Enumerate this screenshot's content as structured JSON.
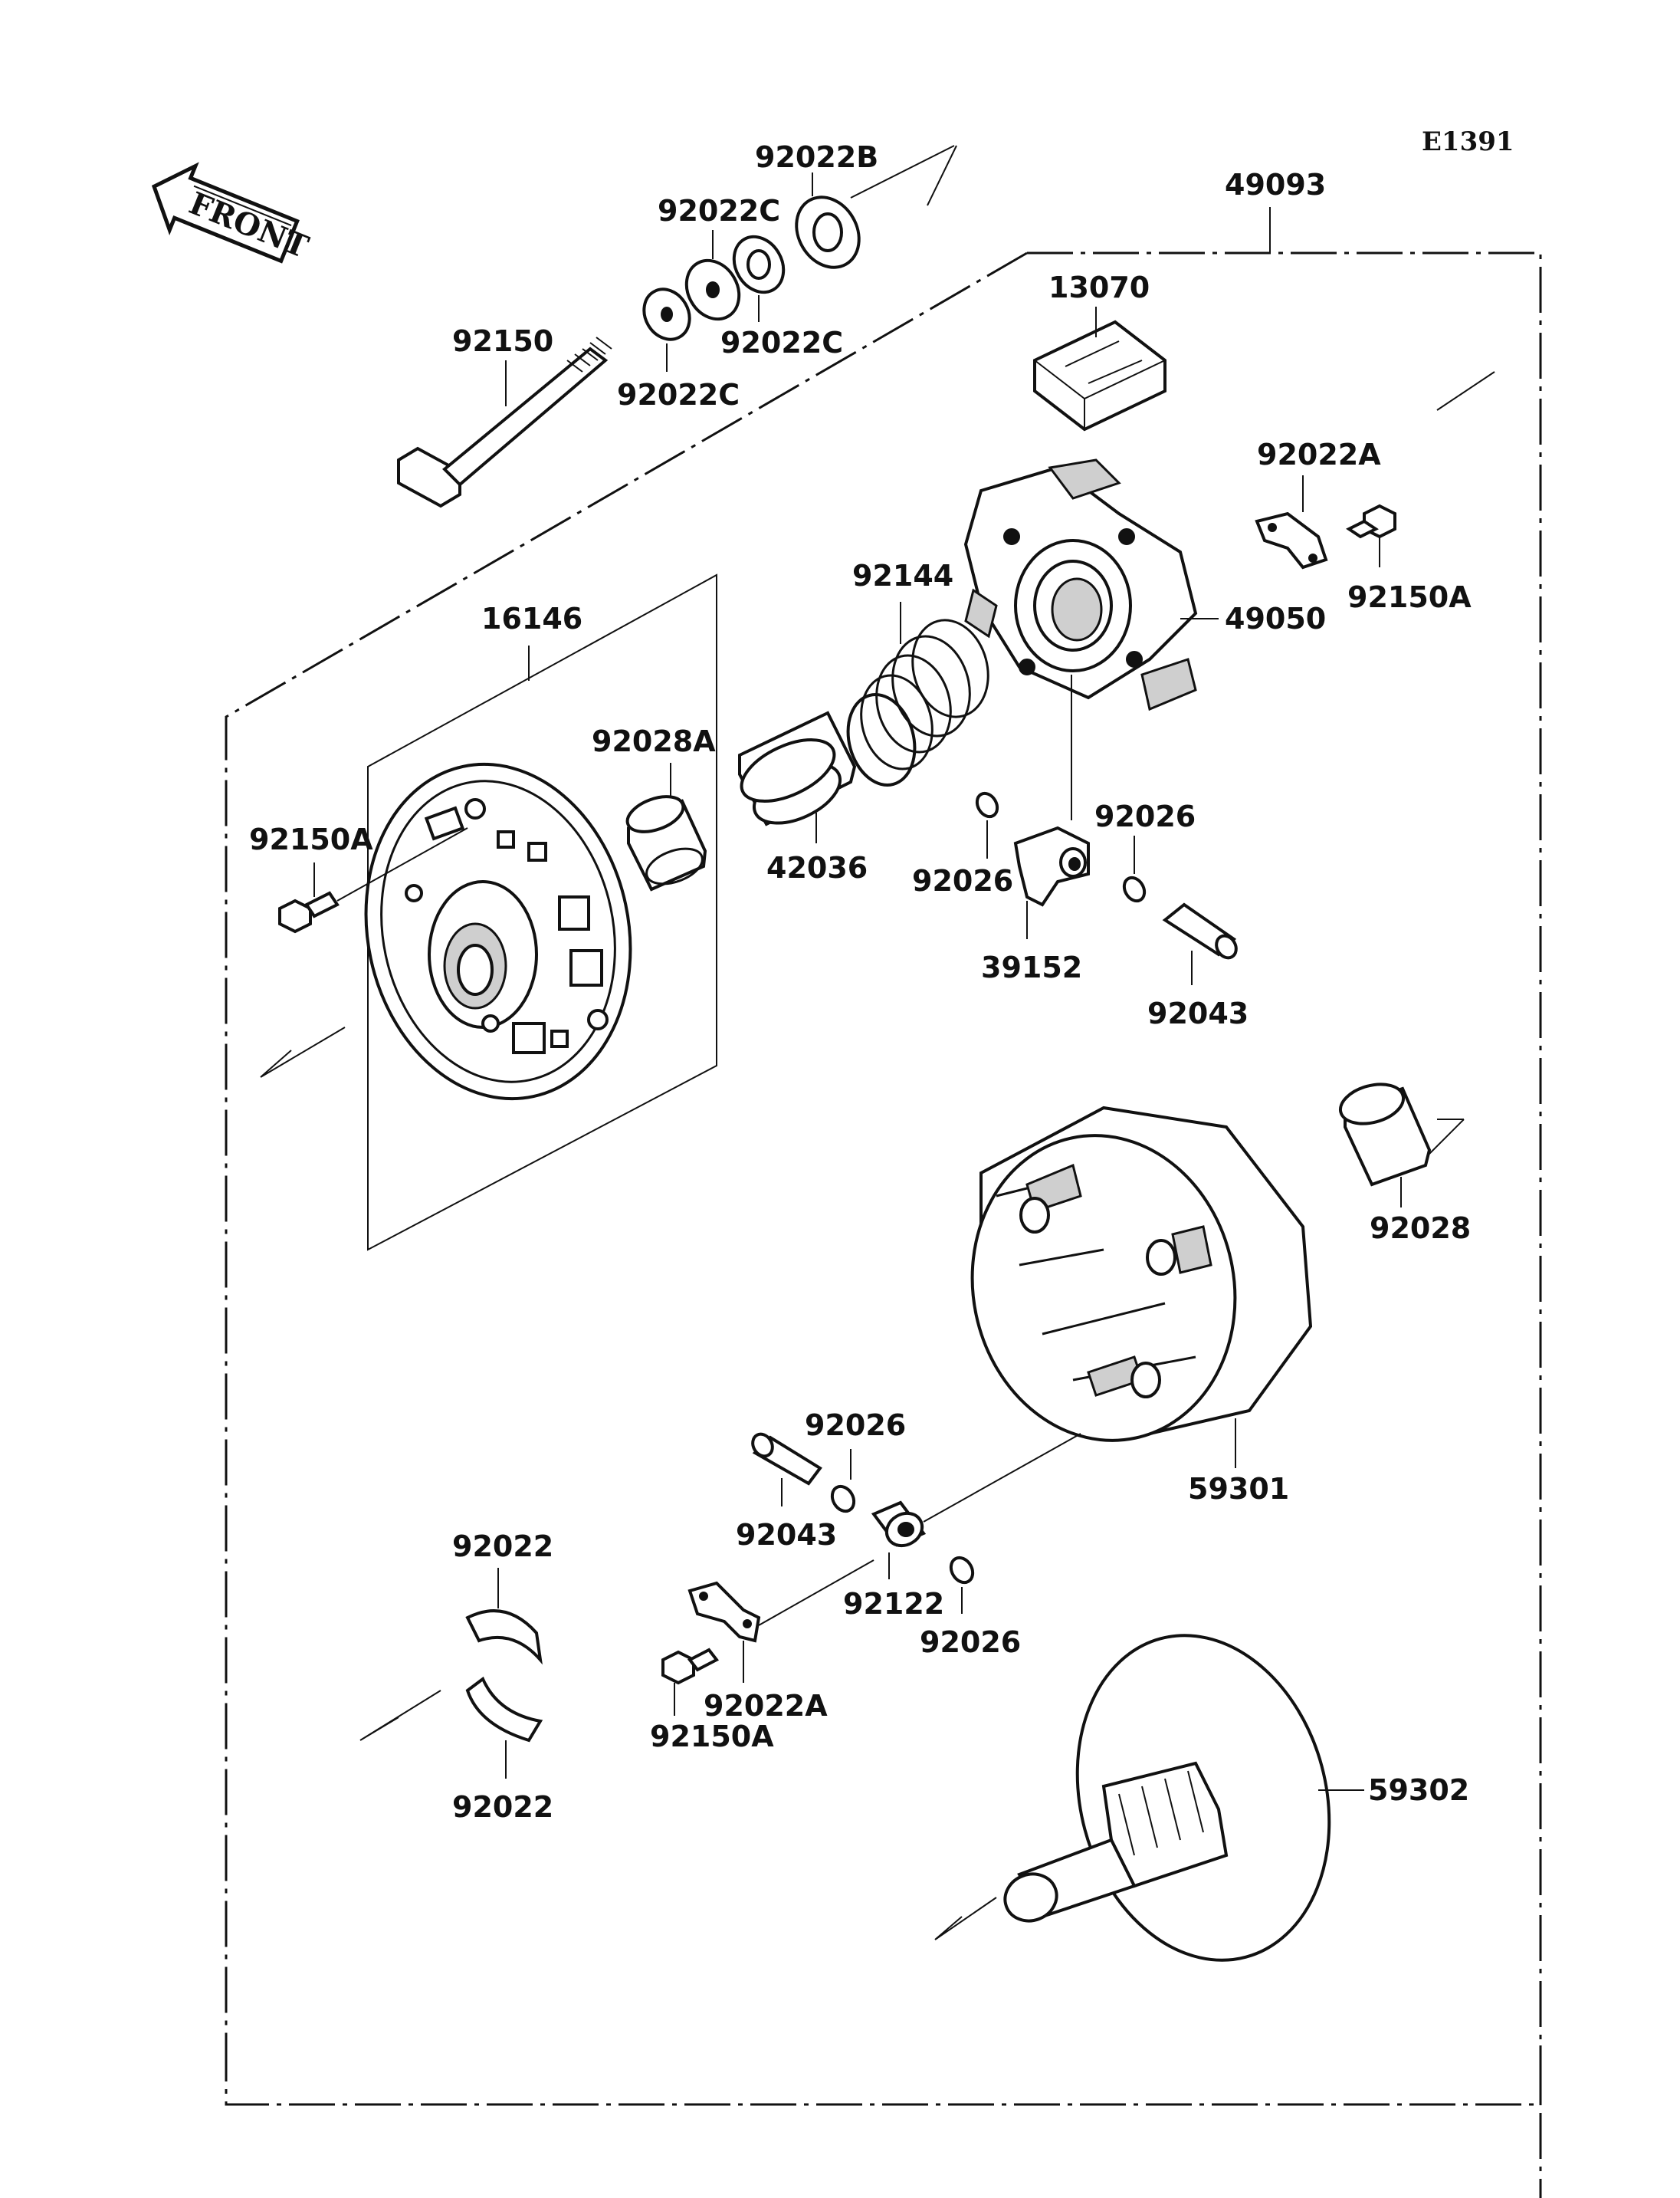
{
  "diagram_code": "E1391",
  "front_label": "FRONT",
  "parts": {
    "p49093": "49093",
    "p92022B": "92022B",
    "p92022C_top": "92022C",
    "p92022C_mid": "92022C",
    "p92022C_low": "92022C",
    "p92150": "92150",
    "p13070": "13070",
    "p92022A_top": "92022A",
    "p92150A_top": "92150A",
    "p49050": "49050",
    "p92144": "92144",
    "p16146": "16146",
    "p92028A": "92028A",
    "p42036": "42036",
    "p92150A_left": "92150A",
    "p92026_a": "92026",
    "p92026_b": "92026",
    "p39152": "39152",
    "p92043_a": "92043",
    "p92028": "92028",
    "p92026_c": "92026",
    "p92043_b": "92043",
    "p59301": "59301",
    "p92022_top": "92022",
    "p92022_bot": "92022",
    "p92122": "92122",
    "p92026_d": "92026",
    "p92022A_bot": "92022A",
    "p92150A_bot": "92150A",
    "p59302": "59302"
  }
}
